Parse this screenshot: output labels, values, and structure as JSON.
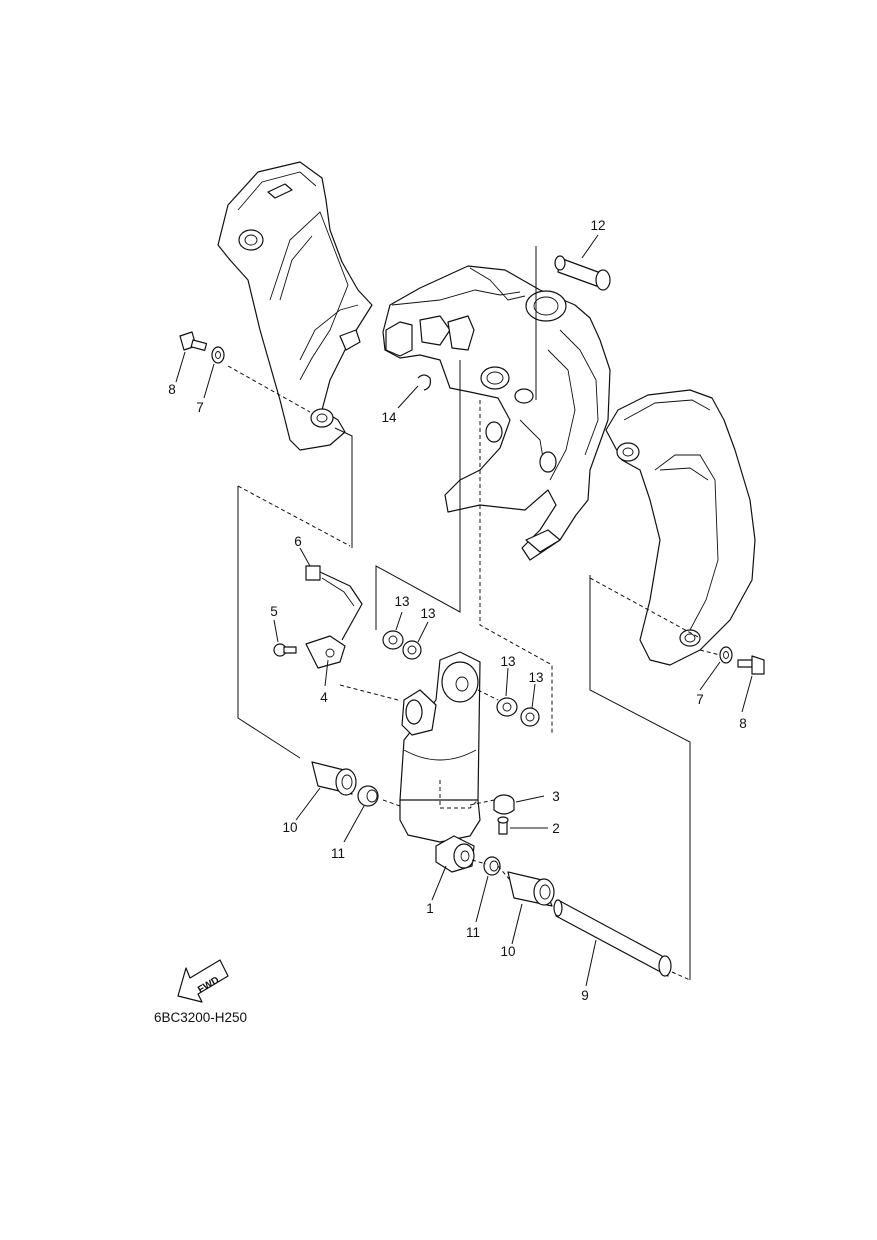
{
  "diagram_code": "6BC3200-H250",
  "fwd_label": "FWD",
  "callouts": [
    {
      "id": "c12",
      "label": "12"
    },
    {
      "id": "c8a",
      "label": "8"
    },
    {
      "id": "c7a",
      "label": "7"
    },
    {
      "id": "c14",
      "label": "14"
    },
    {
      "id": "c6",
      "label": "6"
    },
    {
      "id": "c5",
      "label": "5"
    },
    {
      "id": "c4",
      "label": "4"
    },
    {
      "id": "c13a",
      "label": "13"
    },
    {
      "id": "c13b",
      "label": "13"
    },
    {
      "id": "c13c",
      "label": "13"
    },
    {
      "id": "c13d",
      "label": "13"
    },
    {
      "id": "c7b",
      "label": "7"
    },
    {
      "id": "c8b",
      "label": "8"
    },
    {
      "id": "c3",
      "label": "3"
    },
    {
      "id": "c2",
      "label": "2"
    },
    {
      "id": "c10a",
      "label": "10"
    },
    {
      "id": "c11a",
      "label": "11"
    },
    {
      "id": "c1",
      "label": "1"
    },
    {
      "id": "c11b",
      "label": "11"
    },
    {
      "id": "c10b",
      "label": "10"
    },
    {
      "id": "c9",
      "label": "9"
    }
  ]
}
